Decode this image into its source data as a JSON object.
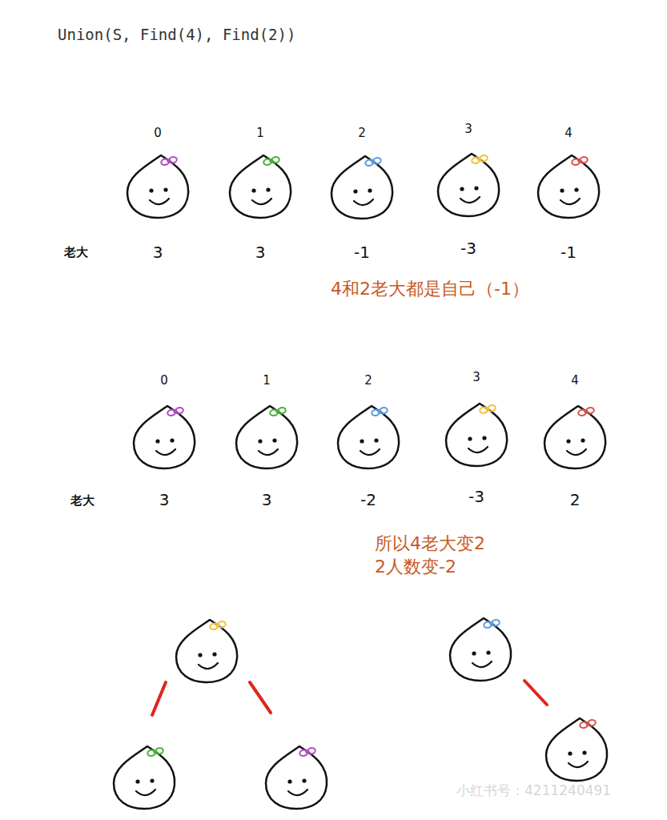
{
  "diagram": {
    "title": "Union(S, Find(4), Find(2))",
    "nodes": [
      {
        "text": [
          "0",
          "3"
        ]
      },
      {
        "text": [
          "1",
          "3"
        ]
      },
      {
        "text": [
          "2",
          "-1"
        ]
      },
      {
        "text": [
          "3",
          "-3"
        ]
      },
      {
        "text": [
          "4",
          "-1"
        ]
      },
      {
        "text": [
          "0",
          "3"
        ]
      },
      {
        "text": [
          "1",
          "3"
        ]
      },
      {
        "text": [
          "2",
          "-2"
        ]
      },
      {
        "text": [
          "3",
          "-3"
        ]
      },
      {
        "text": [
          "4",
          "2"
        ]
      }
    ],
    "labels": [
      "老大",
      "4和2老大都是自己（-1）",
      "老大",
      "所以4老大变2",
      "2人数变-2",
      "小红书号：4211240491"
    ]
  }
}
